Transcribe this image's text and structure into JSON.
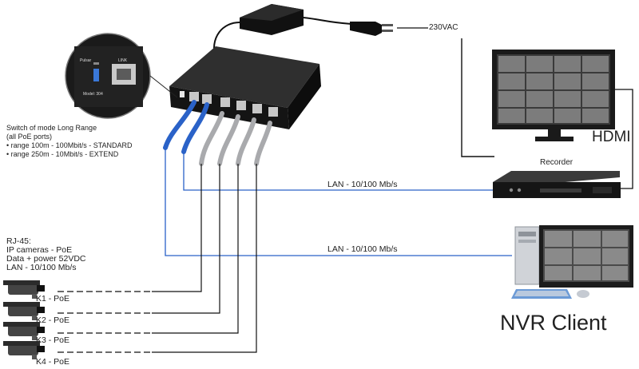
{
  "power": {
    "voltage_label": "230VAC"
  },
  "switch": {
    "mode_title": "Switch of mode Long Range",
    "mode_note": "(all PoE ports)",
    "range_standard": "• range 100m - 100Mbit/s - STANDARD",
    "range_extend": "• range 250m - 10Mbit/s - EXTEND",
    "inset_brand": "Pulsar",
    "inset_link": "LINK",
    "inset_model": "Model: 304"
  },
  "ports_info": {
    "line1": "RJ-45:",
    "line2": "IP cameras - PoE",
    "line3": "Data + power 52VDC",
    "line4": "LAN - 10/100 Mb/s"
  },
  "cameras": [
    {
      "label": "K1 - PoE"
    },
    {
      "label": "K2 - PoE"
    },
    {
      "label": "K3 - PoE"
    },
    {
      "label": "K4 - PoE"
    }
  ],
  "links": {
    "lan_recorder": "LAN - 10/100 Mb/s",
    "lan_client": "LAN - 10/100 Mb/s"
  },
  "devices": {
    "recorder_label": "Recorder",
    "monitor_label": "HDMI",
    "client_label": "NVR Client"
  },
  "colors": {
    "cable_blue": "#2a62c8",
    "cable_grey": "#a9aaad",
    "line": "#1a1a1a",
    "device_dark": "#1c1c1c"
  }
}
